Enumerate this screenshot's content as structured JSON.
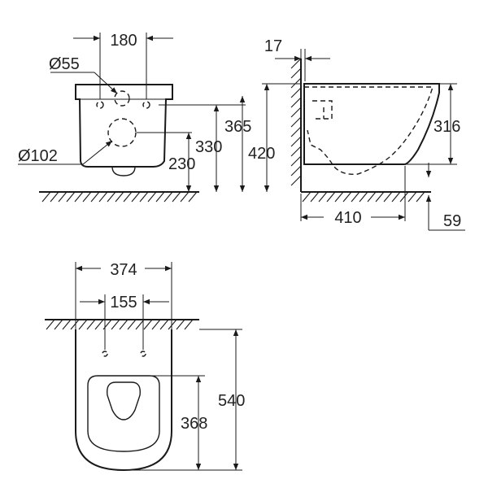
{
  "front_view": {
    "width_between_holes": "180",
    "hole_diameter": "Ø55",
    "outlet_diameter": "Ø102",
    "height_330": "330",
    "height_365": "365",
    "height_230": "230"
  },
  "side_view": {
    "wall_offset": "17",
    "height_316": "316",
    "height_420": "420",
    "depth_410": "410",
    "offset_59": "59"
  },
  "top_view": {
    "width_374": "374",
    "hole_spacing": "155",
    "length_540": "540",
    "seat_368": "368"
  }
}
